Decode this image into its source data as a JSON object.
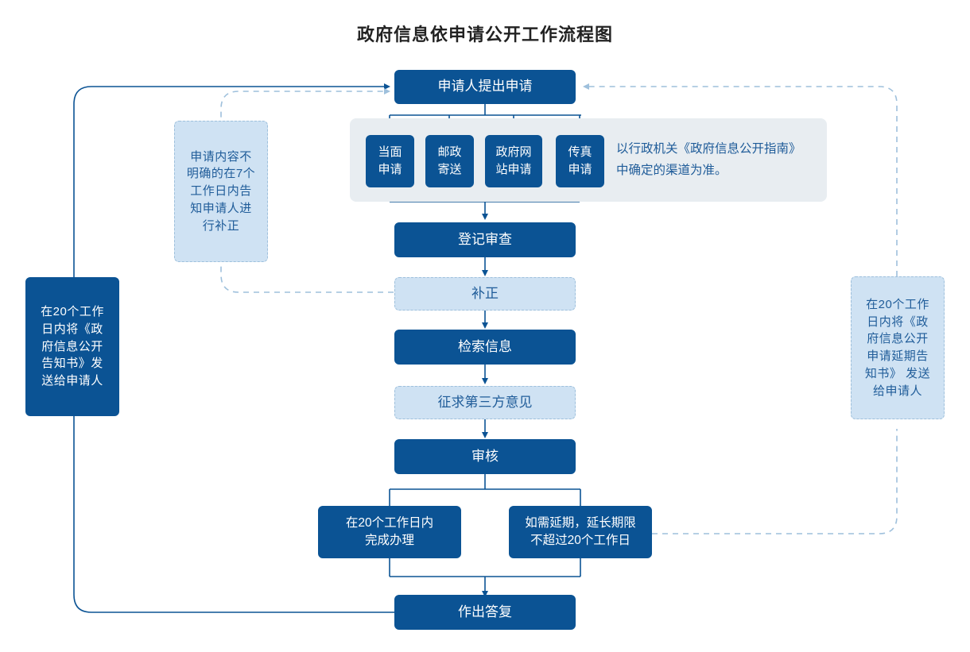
{
  "chart_data": {
    "type": "diagram",
    "title": "政府信息依申请公开工作流程图",
    "nodes": [
      {
        "id": "apply",
        "label": "申请人提出申请",
        "style": "dark"
      },
      {
        "id": "ch1",
        "label": "当面\n申请",
        "style": "dark"
      },
      {
        "id": "ch2",
        "label": "邮政\n寄送",
        "style": "dark"
      },
      {
        "id": "ch3",
        "label": "政府网\n站申请",
        "style": "dark"
      },
      {
        "id": "ch4",
        "label": "传真\n申请",
        "style": "dark"
      },
      {
        "id": "register",
        "label": "登记审查",
        "style": "dark"
      },
      {
        "id": "correct",
        "label": "补正",
        "style": "light"
      },
      {
        "id": "search",
        "label": "检索信息",
        "style": "dark"
      },
      {
        "id": "thirdparty",
        "label": "征求第三方意见",
        "style": "light"
      },
      {
        "id": "review",
        "label": "审核",
        "style": "dark"
      },
      {
        "id": "within20",
        "label": "在20个工作日内\n完成办理",
        "style": "dark"
      },
      {
        "id": "extend",
        "label": "如需延期，延长期限\n不超过20个工作日",
        "style": "dark"
      },
      {
        "id": "reply",
        "label": "作出答复",
        "style": "dark"
      },
      {
        "id": "leftnote",
        "label": "在20个工作\n日内将《政\n府信息公开\n告知书》发\n送给申请人",
        "style": "dark"
      },
      {
        "id": "rightnote",
        "label": "在20个工作\n日内将《政\n府信息公开\n申请延期告\n知书》 发送\n给申请人",
        "style": "light"
      },
      {
        "id": "correctnote",
        "label": "申请内容不\n明确的在7个\n工作日内告\n知申请人进\n行补正",
        "style": "light"
      }
    ],
    "annotations": [
      {
        "id": "channel-note",
        "text": "以行政机关《政府信息公开指南》\n中确定的渠道为准。"
      }
    ],
    "edges": [
      {
        "from": "apply",
        "to": "ch1",
        "style": "solid"
      },
      {
        "from": "apply",
        "to": "ch2",
        "style": "solid"
      },
      {
        "from": "apply",
        "to": "ch3",
        "style": "solid"
      },
      {
        "from": "apply",
        "to": "ch4",
        "style": "solid"
      },
      {
        "from": "channels",
        "to": "register",
        "style": "solid"
      },
      {
        "from": "register",
        "to": "correct",
        "style": "solid"
      },
      {
        "from": "correct",
        "to": "search",
        "style": "solid"
      },
      {
        "from": "search",
        "to": "thirdparty",
        "style": "solid"
      },
      {
        "from": "thirdparty",
        "to": "review",
        "style": "solid"
      },
      {
        "from": "review",
        "to": "within20",
        "style": "solid"
      },
      {
        "from": "review",
        "to": "extend",
        "style": "solid"
      },
      {
        "from": "within20",
        "to": "reply",
        "style": "solid"
      },
      {
        "from": "extend",
        "to": "reply",
        "style": "solid"
      },
      {
        "from": "reply",
        "to": "apply",
        "style": "solid",
        "path": "left-loop"
      },
      {
        "from": "correct",
        "to": "correctnote",
        "style": "dashed"
      },
      {
        "from": "correctnote",
        "to": "apply",
        "style": "dashed"
      },
      {
        "from": "extend",
        "to": "rightnote",
        "style": "dashed"
      },
      {
        "from": "rightnote",
        "to": "apply",
        "style": "dashed"
      }
    ],
    "colors": {
      "dark_fill": "#0B5394",
      "light_fill": "#CFE2F3",
      "light_text": "#1F5C99",
      "panel_fill": "#E8EDF1",
      "line_solid": "#0B5394",
      "line_dashed": "#9EC0DC",
      "title_text": "#222222"
    }
  },
  "flow": {
    "title": "政府信息依申请公开工作流程图",
    "apply": "申请人提出申请",
    "channels": [
      {
        "label": "当面\n申请"
      },
      {
        "label": "邮政\n寄送"
      },
      {
        "label": "政府网\n站申请"
      },
      {
        "label": "传真\n申请"
      }
    ],
    "channel_note": "以行政机关《政府信息公开指南》\n中确定的渠道为准。",
    "register": "登记审查",
    "correct": "补正",
    "search": "检索信息",
    "third_party": "征求第三方意见",
    "review": "审核",
    "within20": "在20个工作日内\n完成办理",
    "extend": "如需延期，延长期限\n不超过20个工作日",
    "reply": "作出答复",
    "left_note": "在20个工作\n日内将《政\n府信息公开\n告知书》发\n送给申请人",
    "right_note": "在20个工作\n日内将《政\n府信息公开\n申请延期告\n知书》 发送\n给申请人",
    "correct_note": "申请内容不\n明确的在7个\n工作日内告\n知申请人进\n行补正"
  }
}
